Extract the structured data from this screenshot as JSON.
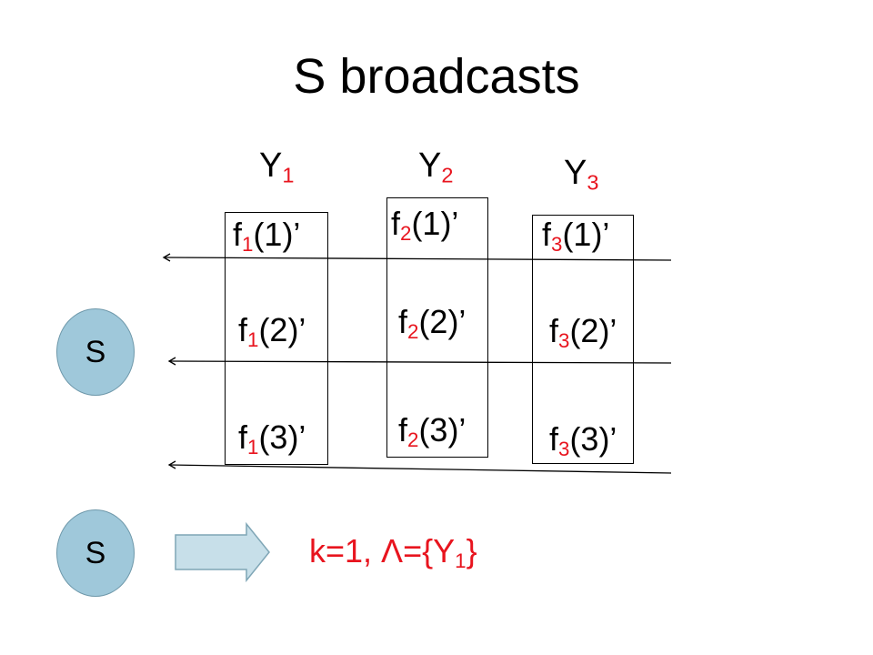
{
  "title": "S broadcasts",
  "columns": [
    {
      "letter": "Y",
      "index": "1",
      "cells": [
        {
          "f": "f",
          "i": "1",
          "arg": "(1)’"
        },
        {
          "f": "f",
          "i": "1",
          "arg": "(2)’"
        },
        {
          "f": "f",
          "i": "1",
          "arg": "(3)’"
        }
      ]
    },
    {
      "letter": "Y",
      "index": "2",
      "cells": [
        {
          "f": "f",
          "i": "2",
          "arg": "(1)’"
        },
        {
          "f": "f",
          "i": "2",
          "arg": "(2)’"
        },
        {
          "f": "f",
          "i": "2",
          "arg": "(3)’"
        }
      ]
    },
    {
      "letter": "Y",
      "index": "3",
      "cells": [
        {
          "f": "f",
          "i": "3",
          "arg": "(1)’"
        },
        {
          "f": "f",
          "i": "3",
          "arg": "(2)’"
        },
        {
          "f": "f",
          "i": "3",
          "arg": "(3)’"
        }
      ]
    }
  ],
  "nodes": {
    "top": "S",
    "bottom": "S"
  },
  "result": {
    "prefix": "k=1, Λ={Y",
    "sub": "1",
    "suffix": "}"
  },
  "colors": {
    "accent": "#e8141e",
    "node_fill": "#9fc8da",
    "arrow_fill": "#c7dfe9",
    "arrow_stroke": "#7fa6b6"
  }
}
